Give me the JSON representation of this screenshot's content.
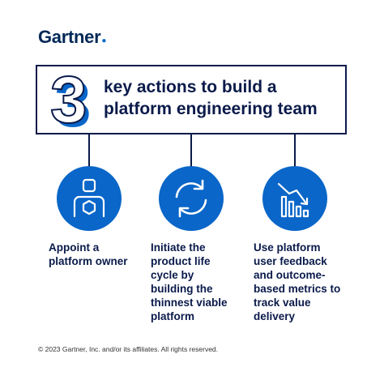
{
  "brand": {
    "name": "Gartner",
    "accent": "#0a66c8",
    "navy": "#0a1a4a"
  },
  "headline": {
    "number": "3",
    "line1": "key actions to build a",
    "line2": "platform engineering team"
  },
  "actions": [
    {
      "icon": "person-hexagon-icon",
      "lines": [
        "Appoint a",
        "platform owner"
      ]
    },
    {
      "icon": "cycle-arrows-icon",
      "lines": [
        "Initiate the",
        "product life",
        "cycle by",
        "building the",
        "thinnest viable",
        "platform"
      ]
    },
    {
      "icon": "declining-chart-icon",
      "lines": [
        "Use platform",
        "user feedback",
        "and outcome-",
        "based metrics to",
        "track value",
        "delivery"
      ]
    }
  ],
  "footer": "© 2023 Gartner, Inc. and/or its affiliates. All rights reserved."
}
